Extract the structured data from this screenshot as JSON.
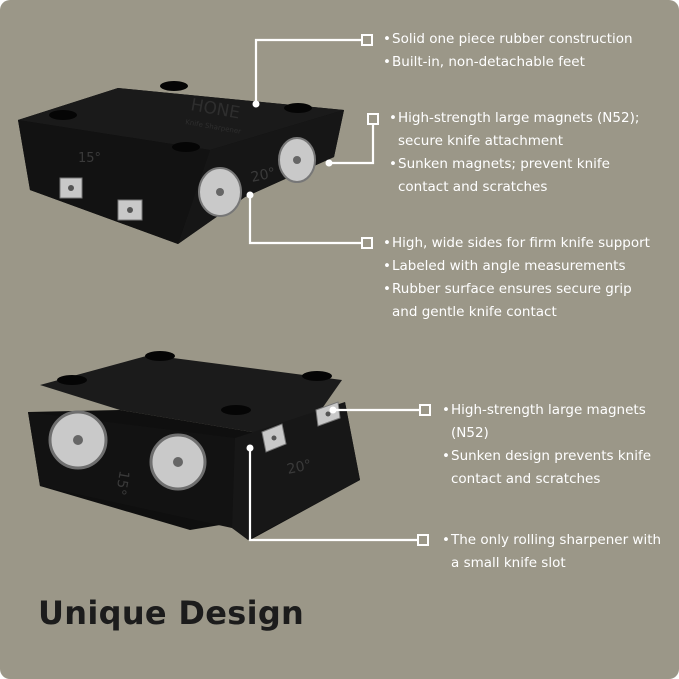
{
  "title": "Unique Design",
  "product_labels": {
    "brand": "HONE",
    "subbrand": "Knife Sharpener",
    "angle_15": "15°",
    "angle_20": "20°"
  },
  "callouts": [
    {
      "items": [
        "Solid one piece rubber construction",
        "Built-in, non-detachable feet"
      ]
    },
    {
      "items": [
        "High-strength large magnets (N52); secure knife attachment",
        "Sunken magnets; prevent knife contact and scratches"
      ]
    },
    {
      "items": [
        "High, wide sides for firm knife support",
        "Labeled with angle measurements",
        "Rubber surface ensures secure grip and gentle knife contact"
      ]
    },
    {
      "items": [
        "High-strength large magnets (N52)",
        "Sunken design prevents knife contact and scratches"
      ]
    },
    {
      "items": [
        "The only rolling sharpener with a small knife slot"
      ]
    }
  ],
  "colors": {
    "background": "#9b9788",
    "text": "#ffffff",
    "title": "#1c1c1c",
    "product": "#111111",
    "magnet": "#c9c9c9"
  }
}
